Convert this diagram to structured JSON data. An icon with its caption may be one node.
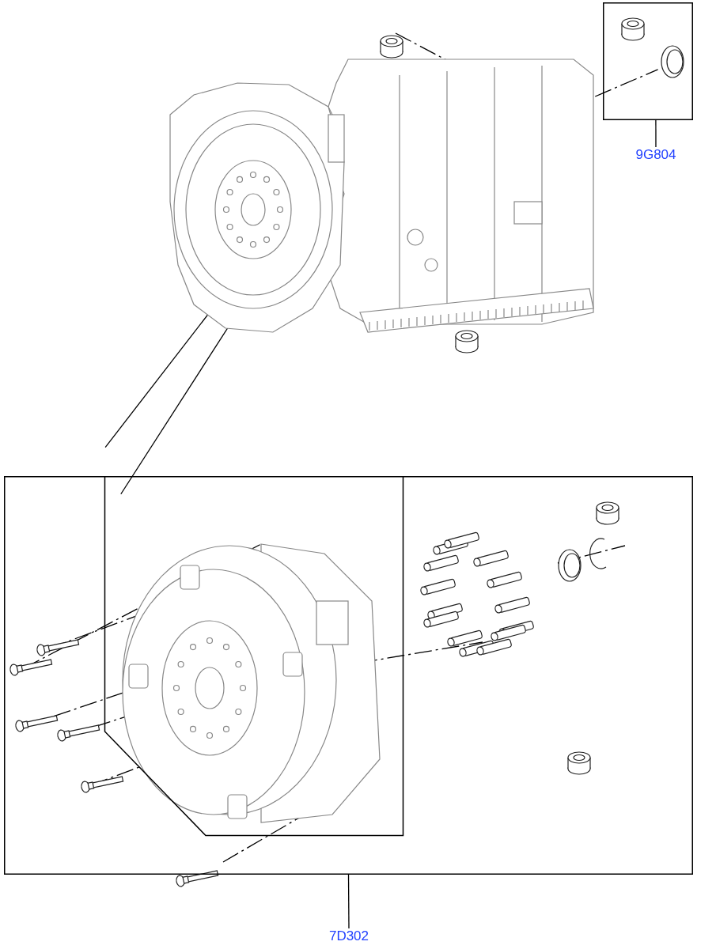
{
  "diagram": {
    "nodes": [
      {
        "text": [],
        "shape": "picture"
      },
      {
        "text": [],
        "shape": "box"
      },
      {
        "text": [
          "9G804"
        ]
      },
      {
        "text": [],
        "shape": "box"
      },
      {
        "text": [],
        "shape": "box",
        "in": 3
      },
      {
        "text": [
          "7D302"
        ]
      }
    ],
    "edges": [
      {
        "from": 1,
        "to": 2,
        "arrow": "none"
      },
      {
        "from": 3,
        "to": 5,
        "arrow": "none"
      },
      {
        "from": 0,
        "to": 4,
        "arrow": "none"
      },
      {
        "from": 0,
        "to": 4,
        "arrow": "none"
      },
      {
        "from": 0,
        "to": 1,
        "arrow": "none",
        "style": "dashed"
      }
    ]
  }
}
